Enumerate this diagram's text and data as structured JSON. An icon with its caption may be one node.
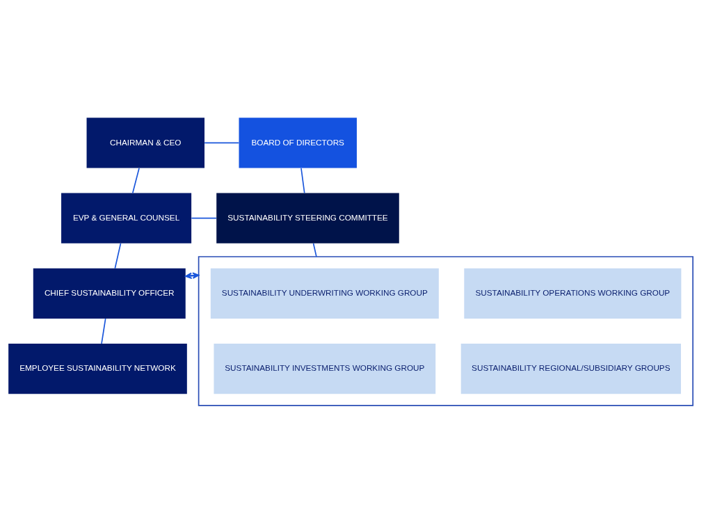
{
  "diagram": {
    "nodes": [
      {
        "text": [
          "CHAIRMAN & CEO"
        ]
      },
      {
        "text": [
          "BOARD OF DIRECTORS"
        ]
      },
      {
        "text": [
          "EVP & GENERAL COUNSEL"
        ]
      },
      {
        "text": [
          "SUSTAINABILITY STEERING COMMITTEE"
        ]
      },
      {
        "text": [
          "CHIEF SUSTAINABILITY OFFICER"
        ]
      },
      {
        "text": [
          "EMPLOYEE SUSTAINABILITY NETWORK"
        ]
      },
      {
        "text": [],
        "shape": "box"
      },
      {
        "text": [
          "SUSTAINABILITY UNDERWRITING WORKING GROUP"
        ],
        "in": 6
      },
      {
        "text": [
          "SUSTAINABILITY OPERATIONS WORKING GROUP"
        ],
        "in": 6
      },
      {
        "text": [
          "SUSTAINABILITY INVESTMENTS WORKING GROUP"
        ],
        "in": 6
      },
      {
        "text": [
          "SUSTAINABILITY REGIONAL/SUBSIDIARY GROUPS"
        ],
        "in": 6
      }
    ],
    "edges": [
      {
        "from": 0,
        "to": 1,
        "arrow": "none"
      },
      {
        "from": 0,
        "to": 2,
        "arrow": "none"
      },
      {
        "from": 1,
        "to": 3,
        "arrow": "none"
      },
      {
        "from": 2,
        "to": 3,
        "arrow": "none"
      },
      {
        "from": 2,
        "to": 4,
        "arrow": "none"
      },
      {
        "from": 4,
        "to": 5,
        "arrow": "none"
      },
      {
        "from": 3,
        "to": 6,
        "arrow": "none"
      },
      {
        "from": 4,
        "to": 6,
        "arrow": "both"
      }
    ]
  }
}
